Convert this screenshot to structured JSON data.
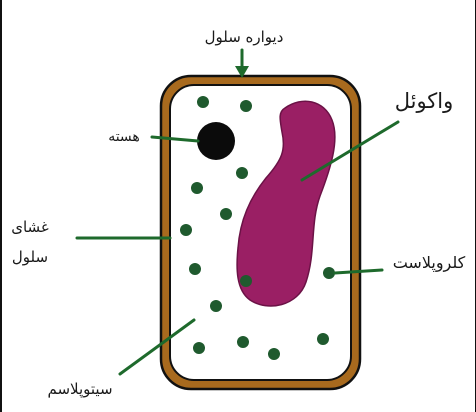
{
  "labels": {
    "cell_wall": "دیواره سلول",
    "vacuole": "واکوئل",
    "nucleus": "هسته",
    "membrane_line1": "غشای",
    "membrane_line2": "سلول",
    "chloroplast": "کلروپلاست",
    "cytoplasm": "سیتوپلاسم"
  },
  "colors": {
    "cell_wall": "#a86a1e",
    "cytoplasm": "#ffffff",
    "vacuole": "#9a1f64",
    "nucleus": "#0b0b0b",
    "chloroplast": "#1f5a2e",
    "leader_line": "#1e6a2c",
    "outline": "#111111"
  }
}
